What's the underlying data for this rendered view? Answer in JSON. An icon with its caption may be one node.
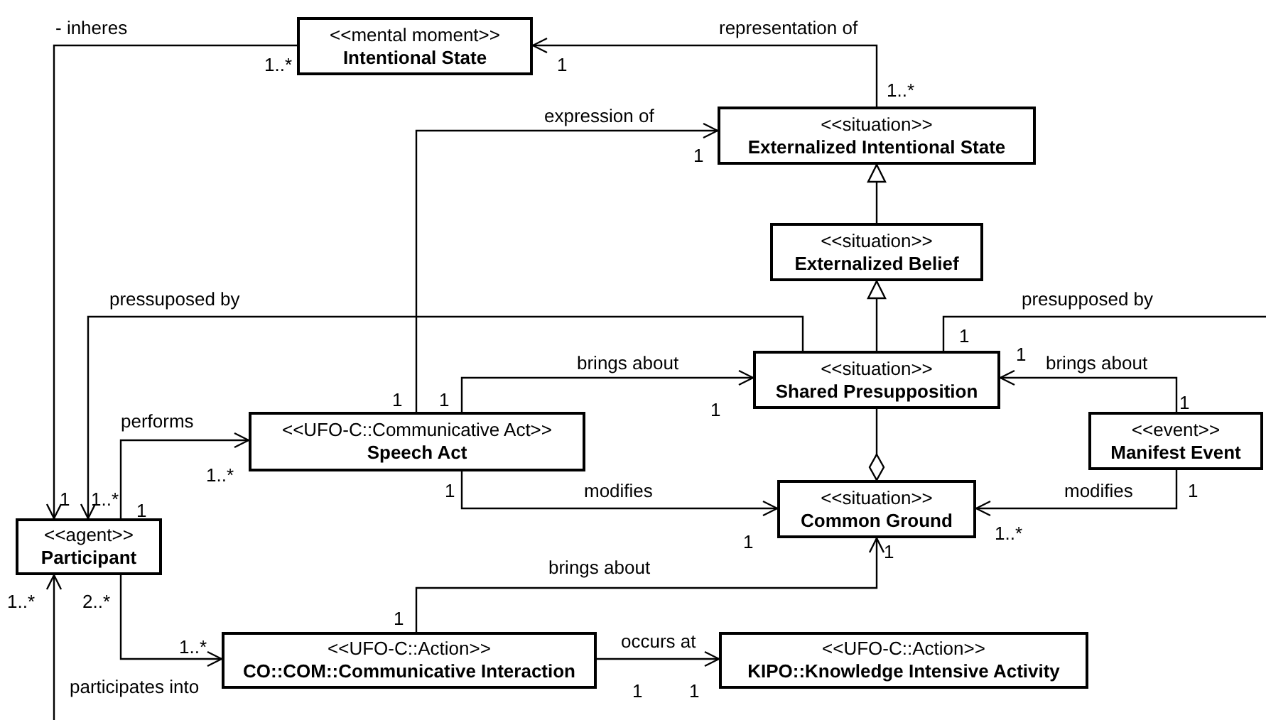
{
  "diagram": {
    "nodes": [
      {
        "text": [
          "<<mental moment>>",
          "Intentional State"
        ]
      },
      {
        "text": [
          "<<situation>>",
          "Externalized Intentional State"
        ]
      },
      {
        "text": [
          "<<situation>>",
          "Externalized Belief"
        ]
      },
      {
        "text": [
          "<<situation>>",
          "Shared Presupposition"
        ]
      },
      {
        "text": [
          "<<UFO-C::Communicative Act>>",
          "Speech Act"
        ]
      },
      {
        "text": [
          "<<event>>",
          "Manifest Event"
        ]
      },
      {
        "text": [
          "<<situation>>",
          "Common Ground"
        ]
      },
      {
        "text": [
          "<<agent>>",
          "Participant"
        ]
      },
      {
        "text": [
          "<<UFO-C::Action>>",
          "CO::COM::Communicative Interaction"
        ]
      },
      {
        "text": [
          "<<UFO-C::Action>>",
          "KIPO::Knowledge Intensive Activity"
        ]
      }
    ],
    "edges": [
      {
        "from": 0,
        "to": 7,
        "arrow": "to",
        "label": "- inheres"
      },
      {
        "from": 1,
        "to": 0,
        "arrow": "to",
        "label": "representation of"
      },
      {
        "from": 4,
        "to": 1,
        "arrow": "to",
        "label": "expression of"
      },
      {
        "from": 2,
        "to": 1,
        "arrow": "to"
      },
      {
        "from": 3,
        "to": 2,
        "arrow": "to"
      },
      {
        "from": 3,
        "to": 7,
        "arrow": "to",
        "label": "pressuposed by"
      },
      {
        "from": 3,
        "to": null,
        "arrow": "none",
        "label": "presupposed by"
      },
      {
        "from": null,
        "to": 7,
        "arrow": "to"
      },
      {
        "from": 7,
        "to": 4,
        "arrow": "to",
        "label": "performs"
      },
      {
        "from": 4,
        "to": 3,
        "arrow": "to",
        "label": "brings about"
      },
      {
        "from": 5,
        "to": 3,
        "arrow": "to",
        "label": "brings about"
      },
      {
        "from": 3,
        "to": 6,
        "arrow": "other"
      },
      {
        "from": 4,
        "to": 6,
        "arrow": "to",
        "label": "modifies"
      },
      {
        "from": 5,
        "to": 6,
        "arrow": "to",
        "label": "modifies"
      },
      {
        "from": 8,
        "to": 6,
        "arrow": "to",
        "label": "brings about"
      },
      {
        "from": 7,
        "to": 8,
        "arrow": "to",
        "label": "participates into"
      },
      {
        "from": 8,
        "to": 9,
        "arrow": "to",
        "label": "occurs at"
      }
    ],
    "labels": [
      "1..*",
      "1",
      "1..*",
      "1",
      "1",
      "1",
      "1",
      "1",
      "1",
      "1",
      "1",
      "1..*",
      "1..*",
      "1",
      "1",
      "1",
      "1..*",
      "1",
      "1",
      "1..*",
      "2..*",
      "1",
      "1..*",
      "1",
      "1"
    ]
  }
}
